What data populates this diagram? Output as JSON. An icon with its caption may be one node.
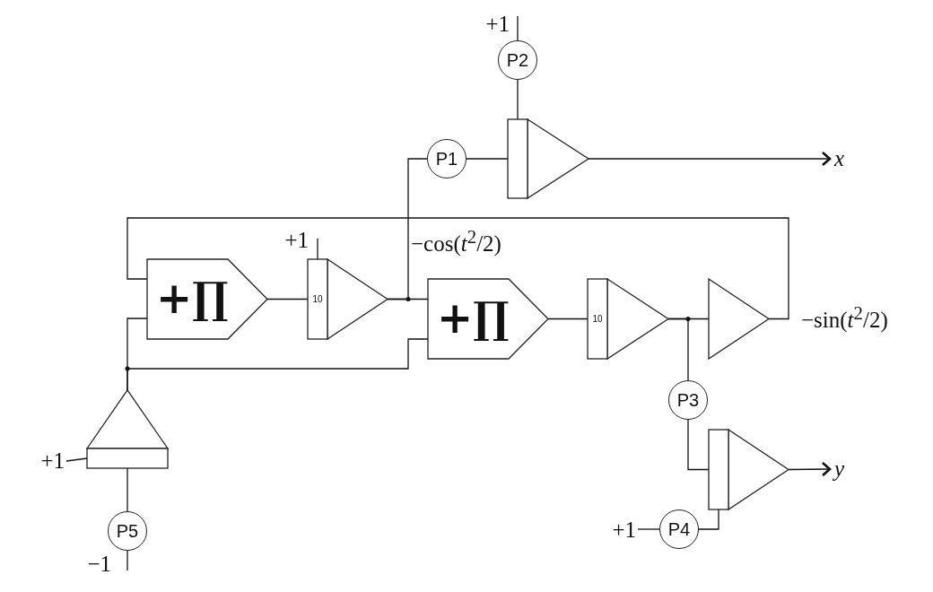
{
  "diagram": {
    "nodes": [
      {
        "text": [
          "+1"
        ]
      },
      {
        "text": [
          "P2"
        ]
      },
      {
        "text": [
          "P1"
        ]
      },
      {
        "text": [],
        "shape": "triangle"
      },
      {
        "text": [
          "x"
        ]
      },
      {
        "text": [
          "+∏"
        ]
      },
      {
        "text": [
          "+1"
        ]
      },
      {
        "text": [
          "10"
        ]
      },
      {
        "text": [
          "+∏"
        ]
      },
      {
        "text": [
          "10"
        ]
      },
      {
        "text": [],
        "shape": "triangle"
      },
      {
        "text": [
          "P3"
        ]
      },
      {
        "text": [],
        "shape": "triangle"
      },
      {
        "text": [
          "y"
        ]
      },
      {
        "text": [
          "+1"
        ]
      },
      {
        "text": [
          "P4"
        ]
      },
      {
        "text": [
          "+1"
        ]
      },
      {
        "text": [],
        "shape": "triangle"
      },
      {
        "text": [
          "P5"
        ]
      },
      {
        "text": [
          "−1"
        ]
      }
    ],
    "edges": [
      {
        "from": 0,
        "to": 1,
        "arrow": "none"
      },
      {
        "from": 1,
        "to": 3,
        "arrow": "none"
      },
      {
        "from": 2,
        "to": 3,
        "arrow": "none"
      },
      {
        "from": 3,
        "to": 4,
        "arrow": "to"
      },
      {
        "from": 7,
        "to": 2,
        "arrow": "none"
      },
      {
        "from": 6,
        "to": 7,
        "arrow": "none"
      },
      {
        "from": 5,
        "to": 7,
        "arrow": "none"
      },
      {
        "from": 7,
        "to": 8,
        "arrow": "none"
      },
      {
        "from": 8,
        "to": 9,
        "arrow": "none"
      },
      {
        "from": 9,
        "to": 10,
        "arrow": "none"
      },
      {
        "from": 10,
        "to": 5,
        "arrow": "none"
      },
      {
        "from": 9,
        "to": 11,
        "arrow": "none"
      },
      {
        "from": 11,
        "to": 12,
        "arrow": "none"
      },
      {
        "from": 12,
        "to": 13,
        "arrow": "to"
      },
      {
        "from": 14,
        "to": 15,
        "arrow": "none"
      },
      {
        "from": 15,
        "to": 12,
        "arrow": "none"
      },
      {
        "from": 17,
        "to": 5,
        "arrow": "none"
      },
      {
        "from": 17,
        "to": 8,
        "arrow": "none"
      },
      {
        "from": 16,
        "to": 17,
        "arrow": "none"
      },
      {
        "from": 18,
        "to": 17,
        "arrow": "none"
      },
      {
        "from": 19,
        "to": 18,
        "arrow": "none"
      }
    ],
    "labels": [
      "−cos(*t*$^{2}$/2)",
      "−sin(*t*$^{2}$/2)"
    ]
  }
}
